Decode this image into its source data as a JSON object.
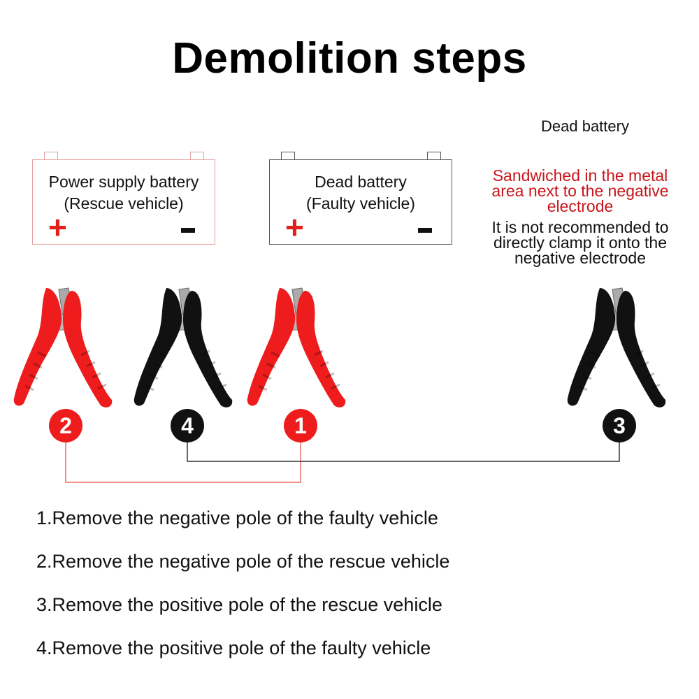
{
  "title": "Demolition steps",
  "colors": {
    "red": "#ee1c1c",
    "black": "#111111",
    "accent_text": "#c8151b"
  },
  "batteries": [
    {
      "line1": "Power supply battery",
      "line2": "(Rescue vehicle)",
      "plus": "+",
      "minus": "-"
    },
    {
      "line1": "Dead battery",
      "line2": "(Faulty vehicle)",
      "plus": "+",
      "minus": "-"
    }
  ],
  "dead_battery_label": "Dead battery",
  "note_red": [
    "Sandwiched in the metal",
    "area next to the negative",
    "electrode"
  ],
  "note_black": [
    "It is not recommended to",
    "directly clamp it onto the",
    "negative electrode"
  ],
  "clamps": [
    {
      "number": "2",
      "color": "red"
    },
    {
      "number": "4",
      "color": "black"
    },
    {
      "number": "1",
      "color": "red"
    },
    {
      "number": "3",
      "color": "black"
    }
  ],
  "steps": [
    "1.Remove the negative pole of the faulty vehicle",
    "2.Remove the negative pole of the rescue vehicle",
    "3.Remove the positive pole of the rescue vehicle",
    "4.Remove the positive pole of the faulty vehicle"
  ]
}
